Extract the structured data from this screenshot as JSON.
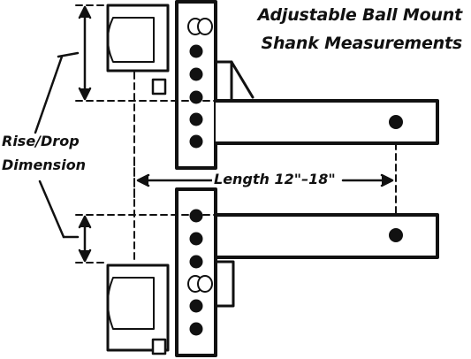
{
  "title": {
    "line1": "Adjustable Ball Mount",
    "line2": "Shank Measurements"
  },
  "rise_drop_label": {
    "line1": "Rise/Drop",
    "line2": "Dimension"
  },
  "length_label": "Length 12\"–18\""
}
